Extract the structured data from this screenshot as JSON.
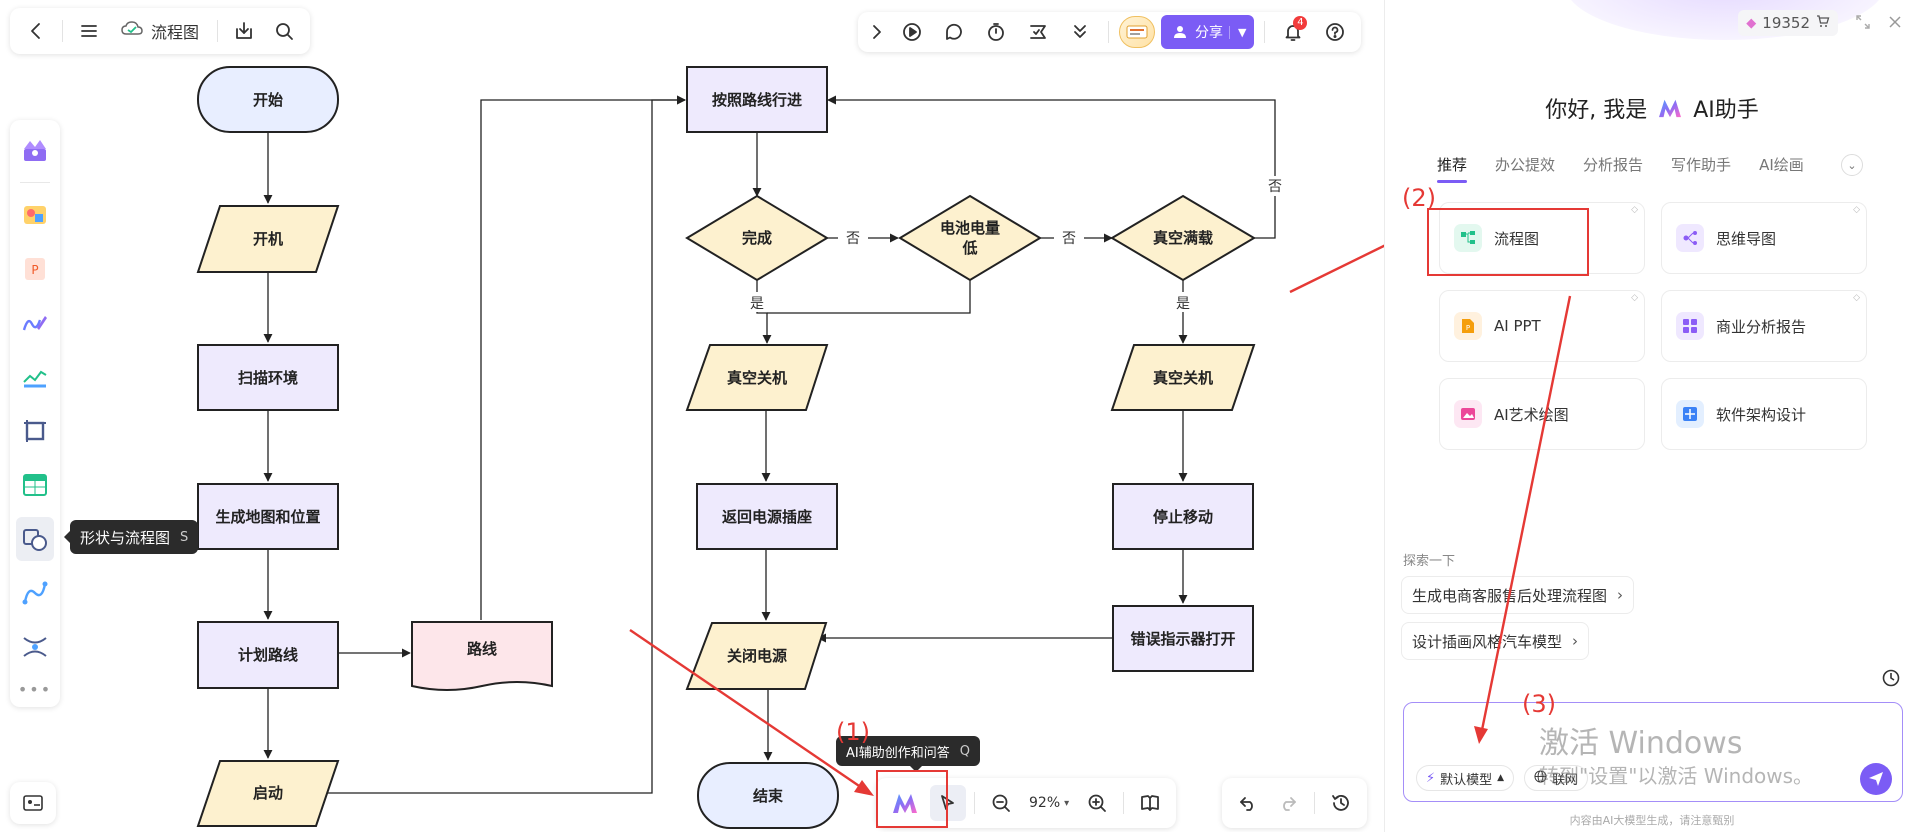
{
  "top_bar": {
    "title": "流程图"
  },
  "left_toolbar": {
    "tooltip_label": "形状与流程图",
    "tooltip_key": "S"
  },
  "flowchart": {
    "nodes": [
      {
        "id": "start",
        "text": "开始",
        "shape": "terminal"
      },
      {
        "id": "power_on",
        "text": "开机",
        "shape": "io"
      },
      {
        "id": "scan",
        "text": "扫描环境",
        "shape": "process"
      },
      {
        "id": "map",
        "text": "生成地图和位置",
        "shape": "process"
      },
      {
        "id": "plan",
        "text": "计划路线",
        "shape": "process"
      },
      {
        "id": "route",
        "text": "路线",
        "shape": "document"
      },
      {
        "id": "launch",
        "text": "启动",
        "shape": "io"
      },
      {
        "id": "follow",
        "text": "按照路线行进",
        "shape": "process"
      },
      {
        "id": "done",
        "text": "完成",
        "shape": "decision"
      },
      {
        "id": "battery",
        "text": "电池电量低",
        "shape": "decision"
      },
      {
        "id": "full",
        "text": "真空满载",
        "shape": "decision"
      },
      {
        "id": "vac_off_1",
        "text": "真空关机",
        "shape": "io"
      },
      {
        "id": "vac_off_2",
        "text": "真空关机",
        "shape": "io"
      },
      {
        "id": "return",
        "text": "返回电源插座",
        "shape": "process"
      },
      {
        "id": "stop",
        "text": "停止移动",
        "shape": "process"
      },
      {
        "id": "error",
        "text": "错误指示器打开",
        "shape": "process"
      },
      {
        "id": "power_off",
        "text": "关闭电源",
        "shape": "io"
      },
      {
        "id": "end",
        "text": "结束",
        "shape": "terminal"
      }
    ],
    "edge_labels": {
      "no": "否",
      "yes": "是"
    }
  },
  "bottom_bar": {
    "zoom": "92%",
    "ai_tooltip": "AI辅助创作和问答",
    "ai_tooltip_key": "Q"
  },
  "top_right": {
    "share_label": "分享",
    "notification_count": "4"
  },
  "annotations": {
    "label_1": "(1)",
    "label_2": "(2)",
    "label_3": "(3)",
    "color": "#e53935"
  },
  "ai_panel": {
    "credits": "19352",
    "greeting_prefix": "你好, 我是",
    "greeting_suffix": "AI助手",
    "tabs": [
      "推荐",
      "办公提效",
      "分析报告",
      "写作助手",
      "AI绘画"
    ],
    "cards": [
      {
        "label": "流程图",
        "icon": "flowchart-icon",
        "color": "#22c08a"
      },
      {
        "label": "思维导图",
        "icon": "mindmap-icon",
        "color": "#8b5cf6"
      },
      {
        "label": "AI PPT",
        "icon": "ppt-icon",
        "color": "#f59e0b"
      },
      {
        "label": "商业分析报告",
        "icon": "report-icon",
        "color": "#8b5cf6"
      },
      {
        "label": "AI艺术绘图",
        "icon": "art-icon",
        "color": "#ec4899"
      },
      {
        "label": "软件架构设计",
        "icon": "architecture-icon",
        "color": "#3b82f6"
      }
    ],
    "explore_title": "探索一下",
    "suggestions": [
      "生成电商客服售后处理流程图",
      "设计插画风格汽车模型"
    ],
    "model_label": "默认模型",
    "web_label": "联网",
    "disclaimer": "内容由AI大模型生成，请注意甄别",
    "watermark_line1": "激活 Windows",
    "watermark_line2": "转到\"设置\"以激活 Windows。"
  },
  "colors": {
    "accent": "#7b5cf5",
    "process_fill": "#eeeafd",
    "io_fill": "#fdf1cf",
    "terminal_fill": "#e8eeff",
    "document_fill": "#fde6ea"
  }
}
